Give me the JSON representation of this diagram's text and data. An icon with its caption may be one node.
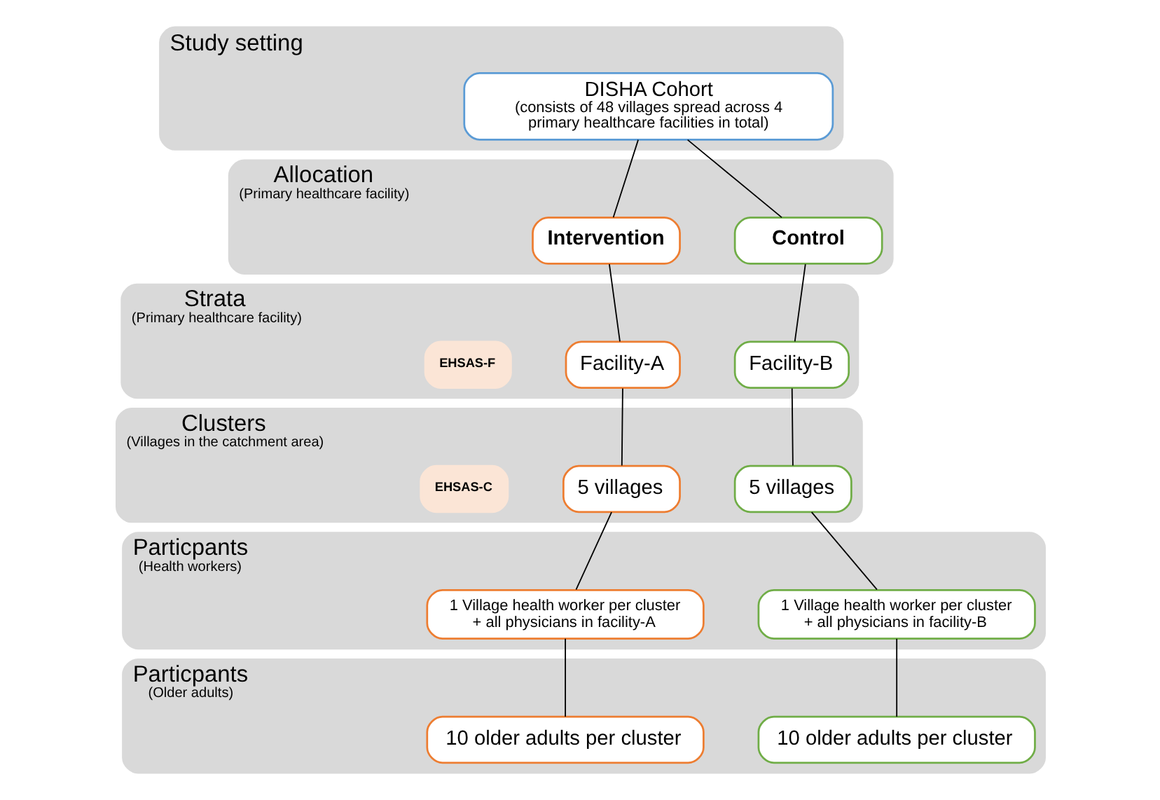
{
  "diagram": {
    "nodes": [
      {
        "text": [
          "Study setting"
        ]
      },
      {
        "text": [
          "DISHA Cohort",
          "(consists of 48 villages spread across 4 primary healthcare facilities in total)"
        ],
        "in": 0
      },
      {
        "text": [
          "Allocation",
          "(Primary healthcare facility)"
        ]
      },
      {
        "text": [
          "Intervention"
        ],
        "in": 2
      },
      {
        "text": [
          "Control"
        ],
        "in": 2
      },
      {
        "text": [
          "Strata",
          "(Primary healthcare facility)"
        ]
      },
      {
        "text": [
          "EHSAS-F"
        ],
        "in": 5
      },
      {
        "text": [
          "Facility-A"
        ],
        "in": 5
      },
      {
        "text": [
          "Facility-B"
        ],
        "in": 5
      },
      {
        "text": [
          "Clusters",
          "(Villages in the catchment area)"
        ]
      },
      {
        "text": [
          "EHSAS-C"
        ],
        "in": 9
      },
      {
        "text": [
          "5 villages"
        ],
        "in": 9
      },
      {
        "text": [
          "5 villages"
        ],
        "in": 9
      },
      {
        "text": [
          "Particpants",
          "(Health workers)"
        ]
      },
      {
        "text": [
          "1 Village health worker per cluster + all physicians in facility-A"
        ],
        "in": 13
      },
      {
        "text": [
          "1 Village health worker per cluster + all physicians in facility-B"
        ],
        "in": 13
      },
      {
        "text": [
          "Particpants",
          "(Older adults)"
        ]
      },
      {
        "text": [
          "10 older adults per cluster"
        ],
        "in": 16
      },
      {
        "text": [
          "10 older adults per cluster"
        ],
        "in": 16
      }
    ],
    "edges": [
      {
        "from": 1,
        "to": 3,
        "arrow": "none"
      },
      {
        "from": 1,
        "to": 4,
        "arrow": "none"
      },
      {
        "from": 3,
        "to": 7,
        "arrow": "none"
      },
      {
        "from": 4,
        "to": 8,
        "arrow": "none"
      },
      {
        "from": 7,
        "to": 11,
        "arrow": "none"
      },
      {
        "from": 8,
        "to": 12,
        "arrow": "none"
      },
      {
        "from": 11,
        "to": 14,
        "arrow": "none"
      },
      {
        "from": 12,
        "to": 15,
        "arrow": "none"
      },
      {
        "from": 14,
        "to": 17,
        "arrow": "none"
      },
      {
        "from": 15,
        "to": 18,
        "arrow": "none"
      }
    ]
  }
}
